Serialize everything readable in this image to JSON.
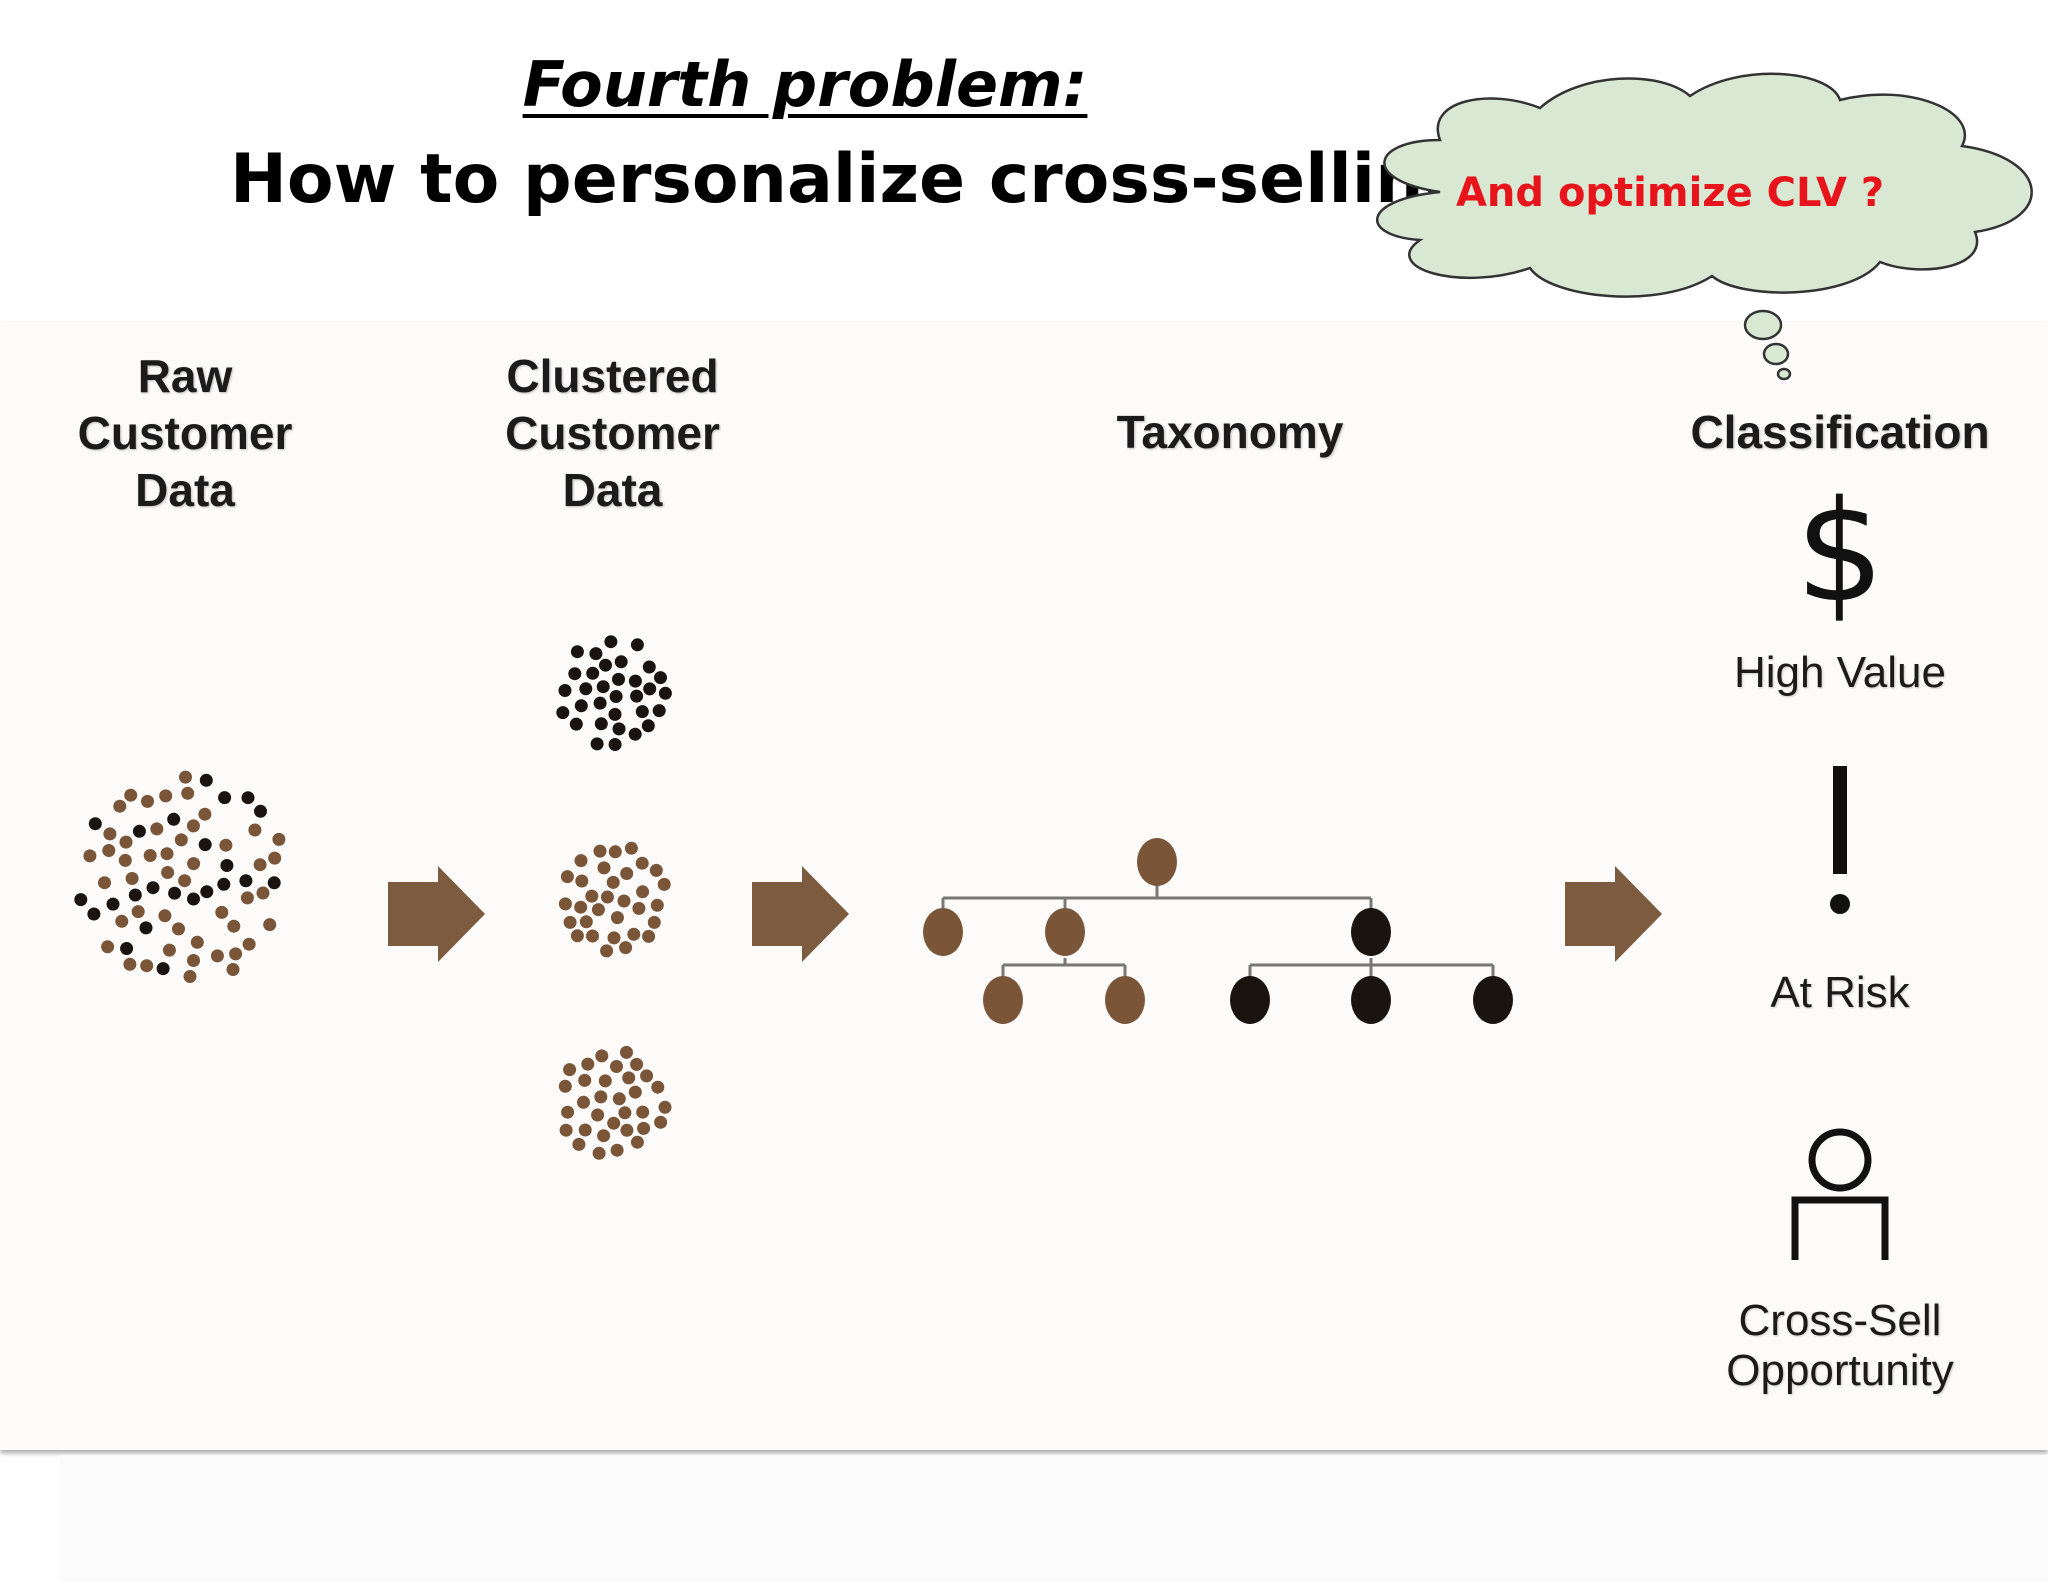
{
  "title": {
    "heading": "Fourth problem:",
    "subheading": "How to personalize cross-selling"
  },
  "thought_bubble": {
    "text": "And optimize CLV ?"
  },
  "columns": {
    "raw": "Raw\nCustomer\nData",
    "clustered": "Clustered\nCustomer\nData",
    "taxonomy": "Taxonomy",
    "classification": "Classification"
  },
  "classes": [
    {
      "icon": "dollar-icon",
      "label": "High Value"
    },
    {
      "icon": "exclamation-icon",
      "label": "At Risk"
    },
    {
      "icon": "person-icon",
      "label": "Cross-Sell\nOpportunity"
    }
  ],
  "colors": {
    "brown": "#7a5538",
    "dark": "#1a1410",
    "arrow": "#7d5b3f",
    "bubble_fill": "#d9e8d3",
    "bubble_stroke": "#333333",
    "highlight_text": "#e8141b"
  }
}
